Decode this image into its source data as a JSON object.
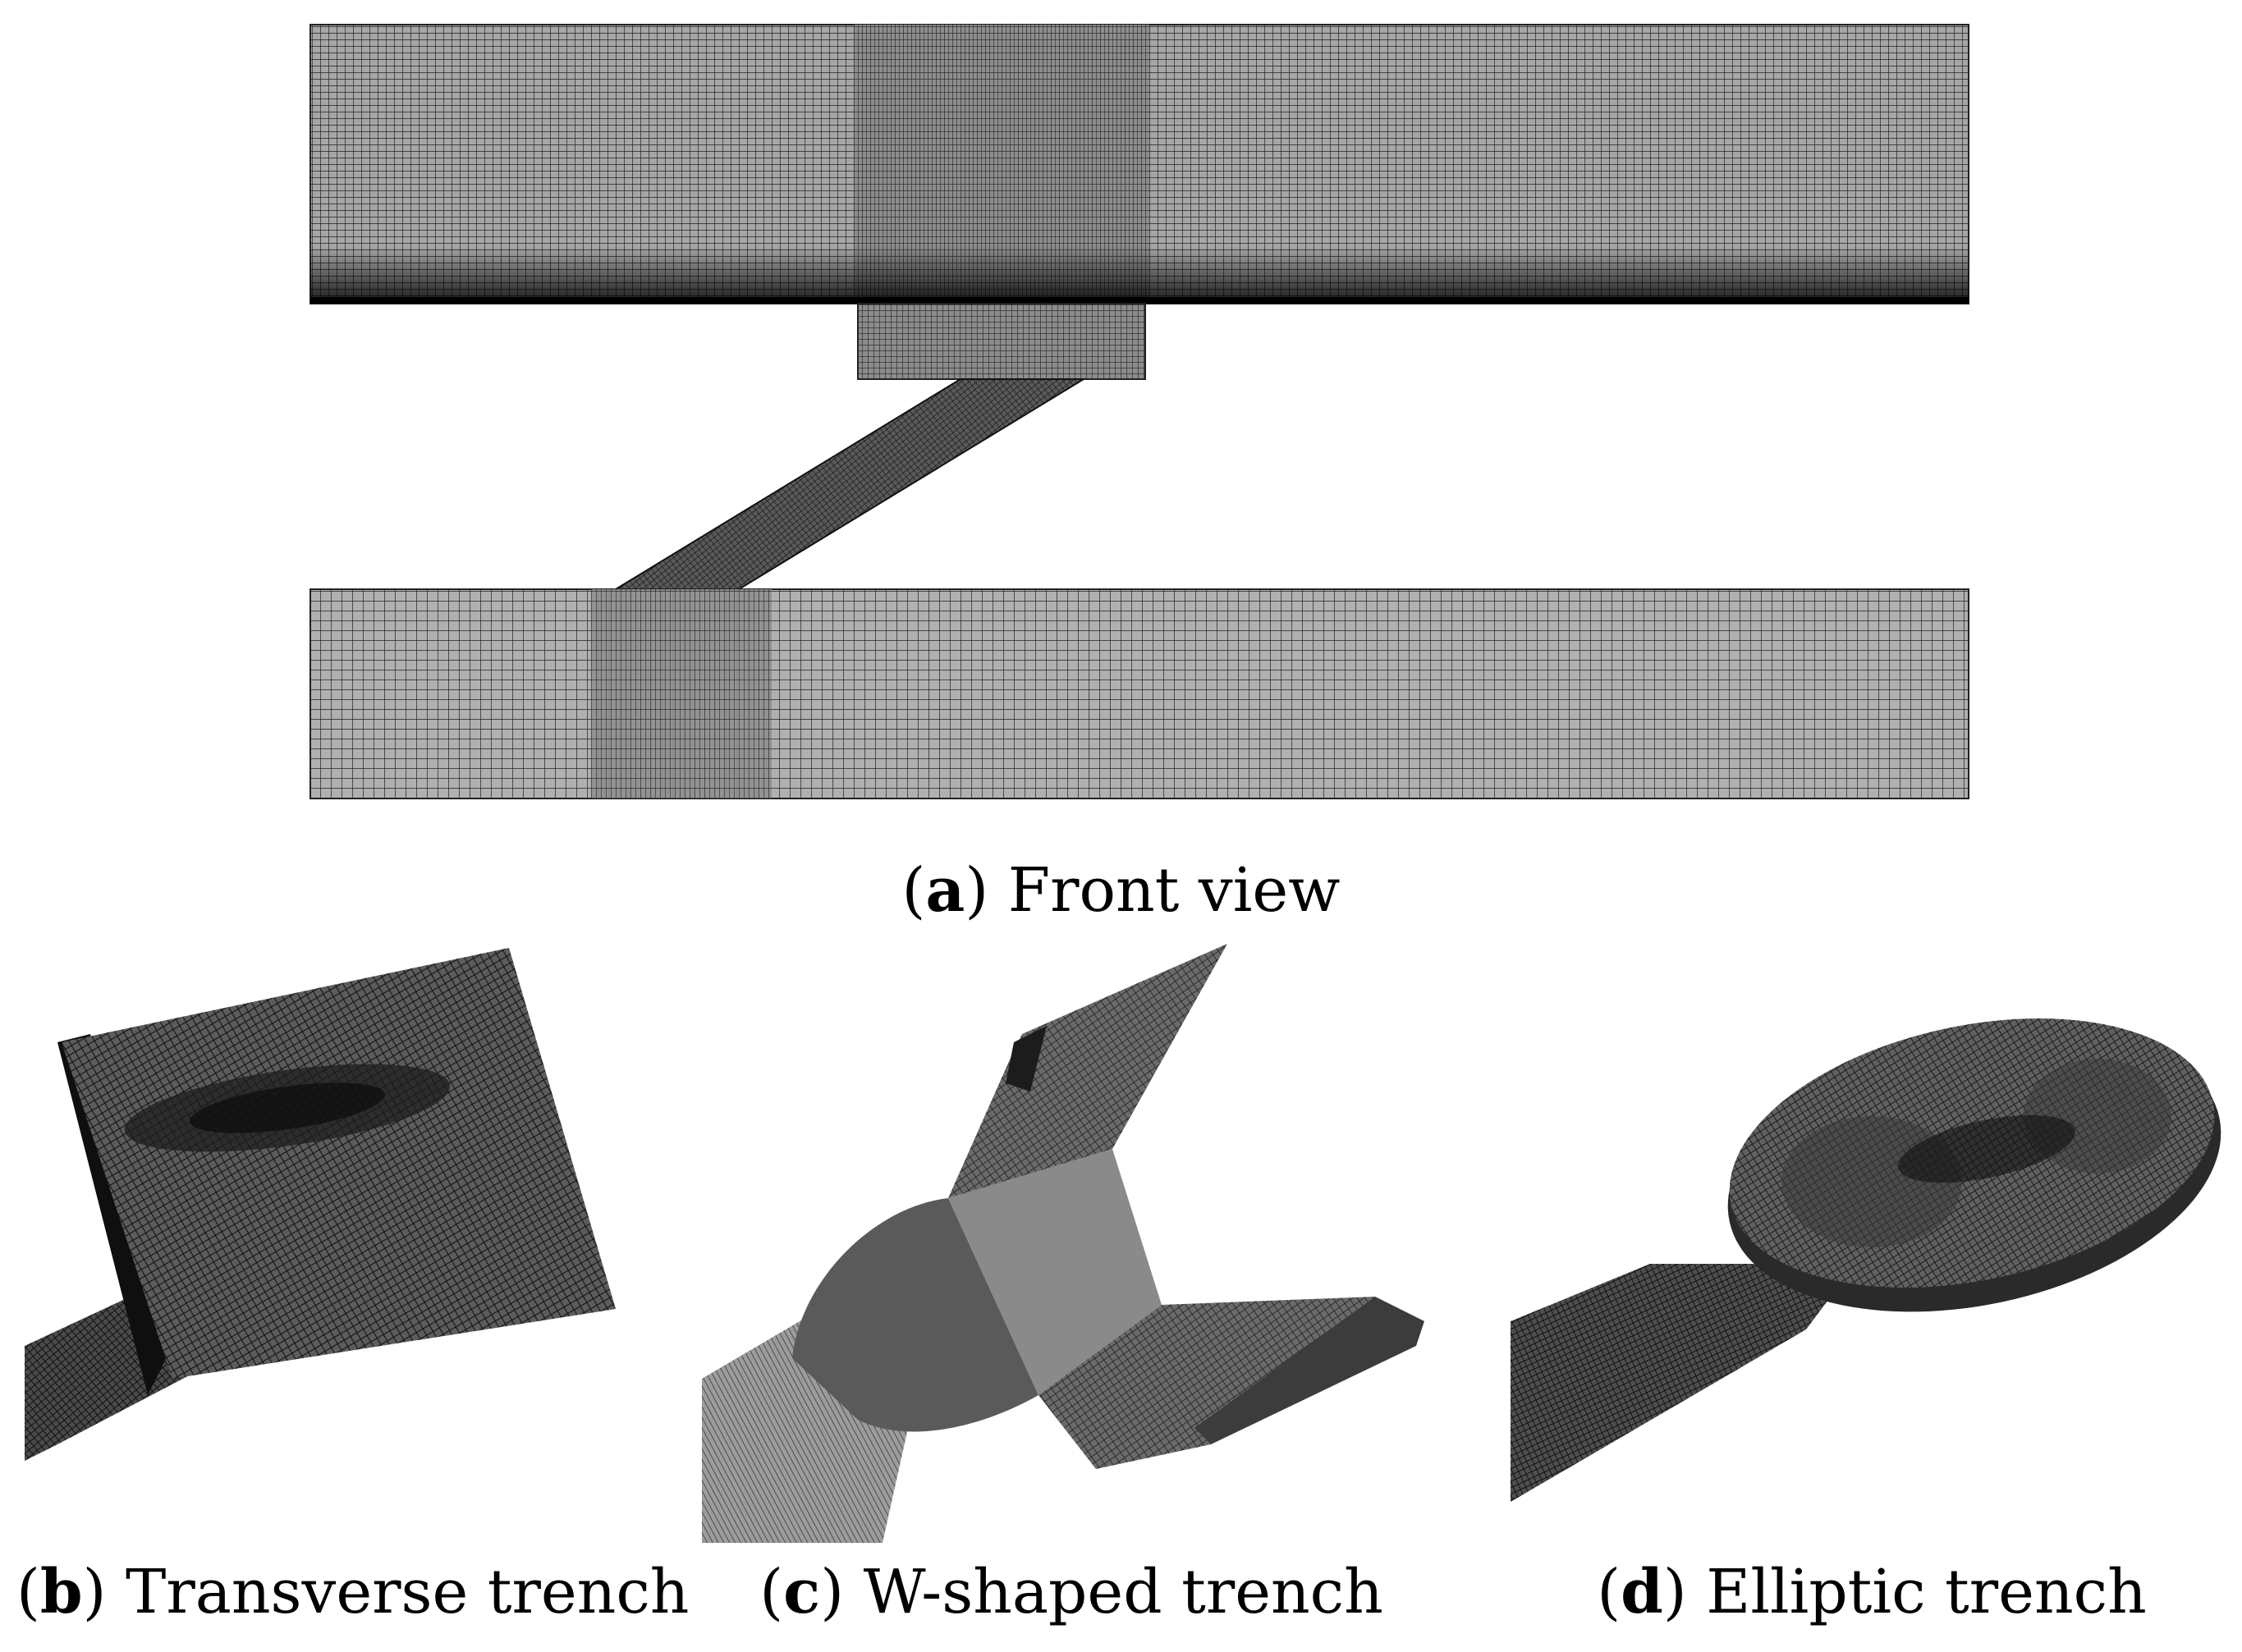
{
  "panels": [
    {
      "id": "a",
      "letter": "a",
      "label": "Front view"
    },
    {
      "id": "b",
      "letter": "b",
      "label": "Transverse trench"
    },
    {
      "id": "c",
      "letter": "c",
      "label": "W-shaped trench"
    },
    {
      "id": "d",
      "letter": "d",
      "label": "Elliptic trench"
    }
  ],
  "colors": {
    "mesh_line": "#1a1a1a",
    "mesh_fill": "#a8a8a8",
    "dense_fill": "#3a3a3a",
    "surface_fill": "#4a4a4a",
    "background": "#ffffff"
  }
}
